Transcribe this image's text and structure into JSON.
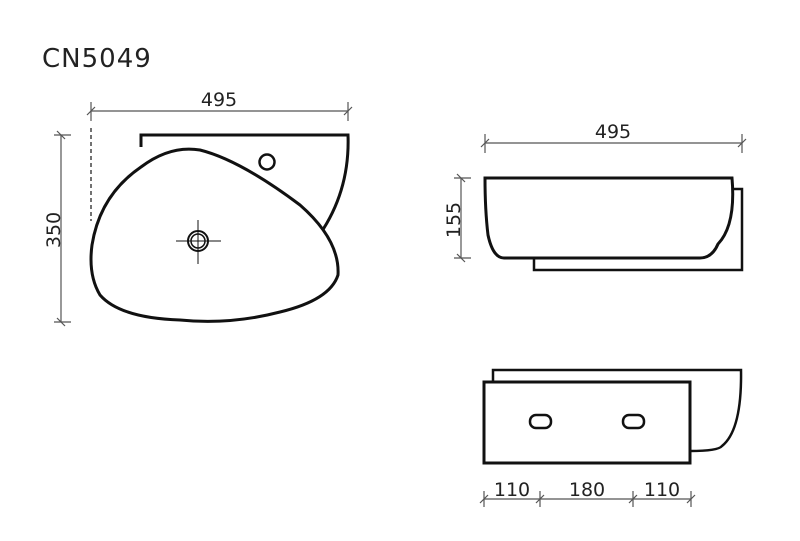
{
  "title": "CN5049",
  "top_view": {
    "width_label": "495",
    "depth_label": "350"
  },
  "side_view": {
    "width_label": "495",
    "height_label": "155"
  },
  "back_view": {
    "dims": [
      "110",
      "180",
      "110"
    ]
  },
  "colors": {
    "line": "#111111",
    "dim_line": "#555555"
  }
}
